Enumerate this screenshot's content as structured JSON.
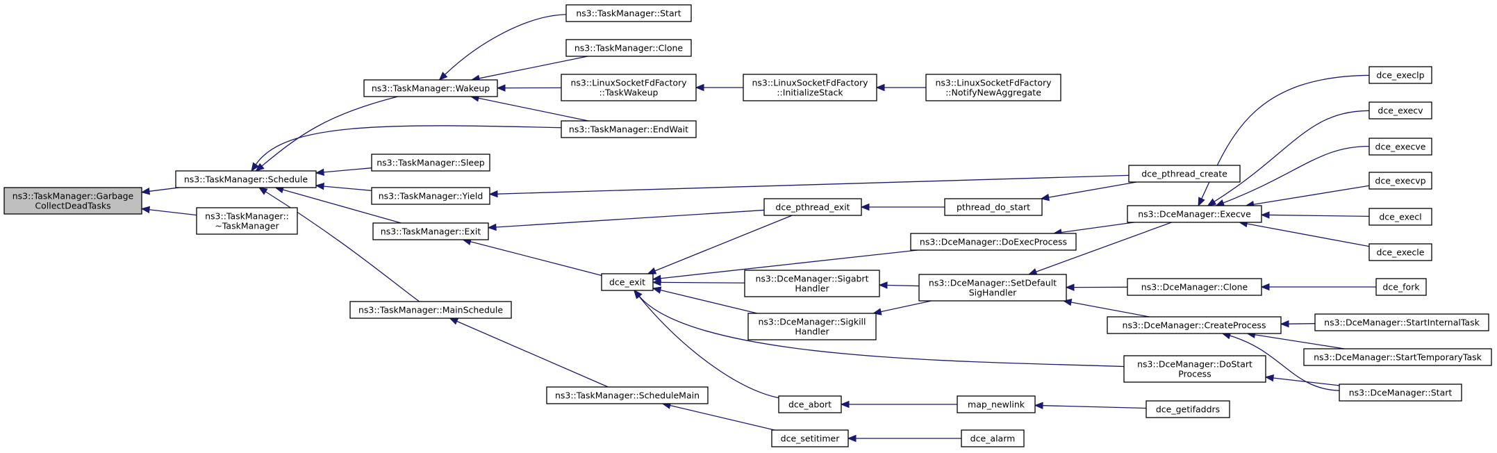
{
  "graph": {
    "title": "",
    "edge_color": "#191970",
    "root_fill": "#bfbfbf",
    "node_fill": "#ffffff",
    "nodes": [
      {
        "id": "root",
        "lines": [
          "ns3::TaskManager::Garbage",
          "CollectDeadTasks"
        ],
        "root": true
      },
      {
        "id": "schedule",
        "lines": [
          "ns3::TaskManager::Schedule"
        ]
      },
      {
        "id": "dtor",
        "lines": [
          "ns3::TaskManager::",
          "~TaskManager"
        ]
      },
      {
        "id": "wakeup",
        "lines": [
          "ns3::TaskManager::Wakeup"
        ]
      },
      {
        "id": "sleep",
        "lines": [
          "ns3::TaskManager::Sleep"
        ]
      },
      {
        "id": "yield",
        "lines": [
          "ns3::TaskManager::Yield"
        ]
      },
      {
        "id": "exit",
        "lines": [
          "ns3::TaskManager::Exit"
        ]
      },
      {
        "id": "mainschedule",
        "lines": [
          "ns3::TaskManager::MainSchedule"
        ]
      },
      {
        "id": "start_tm",
        "lines": [
          "ns3::TaskManager::Start"
        ]
      },
      {
        "id": "clone_tm",
        "lines": [
          "ns3::TaskManager::Clone"
        ]
      },
      {
        "id": "lsf_taskwakeup",
        "lines": [
          "ns3::LinuxSocketFdFactory",
          "::TaskWakeup"
        ]
      },
      {
        "id": "endwait",
        "lines": [
          "ns3::TaskManager::EndWait"
        ]
      },
      {
        "id": "lsf_initstack",
        "lines": [
          "ns3::LinuxSocketFdFactory",
          "::InitializeStack"
        ]
      },
      {
        "id": "lsf_notify",
        "lines": [
          "ns3::LinuxSocketFdFactory",
          "::NotifyNewAggregate"
        ]
      },
      {
        "id": "dce_exit",
        "lines": [
          "dce_exit"
        ]
      },
      {
        "id": "schedulemain",
        "lines": [
          "ns3::TaskManager::ScheduleMain"
        ]
      },
      {
        "id": "dce_pthread_exit",
        "lines": [
          "dce_pthread_exit"
        ]
      },
      {
        "id": "pthread_do_start",
        "lines": [
          "pthread_do_start"
        ]
      },
      {
        "id": "dce_pthread_create",
        "lines": [
          "dce_pthread_create"
        ]
      },
      {
        "id": "doexecprocess",
        "lines": [
          "ns3::DceManager::DoExecProcess"
        ]
      },
      {
        "id": "sigabrt",
        "lines": [
          "ns3::DceManager::Sigabrt",
          "Handler"
        ]
      },
      {
        "id": "sigkill",
        "lines": [
          "ns3::DceManager::Sigkill",
          "Handler"
        ]
      },
      {
        "id": "setdefaultsig",
        "lines": [
          "ns3::DceManager::SetDefault",
          "SigHandler"
        ]
      },
      {
        "id": "execve",
        "lines": [
          "ns3::DceManager::Execve"
        ]
      },
      {
        "id": "clone_dce",
        "lines": [
          "ns3::DceManager::Clone"
        ]
      },
      {
        "id": "createprocess",
        "lines": [
          "ns3::DceManager::CreateProcess"
        ]
      },
      {
        "id": "dostartprocess",
        "lines": [
          "ns3::DceManager::DoStart",
          "Process"
        ]
      },
      {
        "id": "dce_abort",
        "lines": [
          "dce_abort"
        ]
      },
      {
        "id": "map_newlink",
        "lines": [
          "map_newlink"
        ]
      },
      {
        "id": "dce_getifaddrs",
        "lines": [
          "dce_getifaddrs"
        ]
      },
      {
        "id": "dce_setitimer",
        "lines": [
          "dce_setitimer"
        ]
      },
      {
        "id": "dce_alarm",
        "lines": [
          "dce_alarm"
        ]
      },
      {
        "id": "dce_execlp",
        "lines": [
          "dce_execlp"
        ]
      },
      {
        "id": "dce_execv",
        "lines": [
          "dce_execv"
        ]
      },
      {
        "id": "dce_execve",
        "lines": [
          "dce_execve"
        ]
      },
      {
        "id": "dce_execvp",
        "lines": [
          "dce_execvp"
        ]
      },
      {
        "id": "dce_execl",
        "lines": [
          "dce_execl"
        ]
      },
      {
        "id": "dce_execle",
        "lines": [
          "dce_execle"
        ]
      },
      {
        "id": "dce_fork",
        "lines": [
          "dce_fork"
        ]
      },
      {
        "id": "startinternaltask",
        "lines": [
          "ns3::DceManager::StartInternalTask"
        ]
      },
      {
        "id": "starttemporarytask",
        "lines": [
          "ns3::DceManager::StartTemporaryTask"
        ]
      },
      {
        "id": "start_dce",
        "lines": [
          "ns3::DceManager::Start"
        ]
      }
    ],
    "edges": [
      {
        "from": "schedule",
        "to": "root"
      },
      {
        "from": "dtor",
        "to": "root"
      },
      {
        "from": "wakeup",
        "to": "schedule"
      },
      {
        "from": "endwait",
        "to": "schedule"
      },
      {
        "from": "sleep",
        "to": "schedule"
      },
      {
        "from": "yield",
        "to": "schedule"
      },
      {
        "from": "exit",
        "to": "schedule"
      },
      {
        "from": "mainschedule",
        "to": "schedule"
      },
      {
        "from": "start_tm",
        "to": "wakeup"
      },
      {
        "from": "clone_tm",
        "to": "wakeup"
      },
      {
        "from": "lsf_taskwakeup",
        "to": "wakeup"
      },
      {
        "from": "endwait",
        "to": "wakeup"
      },
      {
        "from": "lsf_initstack",
        "to": "lsf_taskwakeup"
      },
      {
        "from": "lsf_notify",
        "to": "lsf_initstack"
      },
      {
        "from": "dce_pthread_create",
        "to": "yield"
      },
      {
        "from": "dce_pthread_exit",
        "to": "exit"
      },
      {
        "from": "dce_exit",
        "to": "exit"
      },
      {
        "from": "schedulemain",
        "to": "mainschedule"
      },
      {
        "from": "dce_setitimer",
        "to": "schedulemain"
      },
      {
        "from": "dce_alarm",
        "to": "dce_setitimer"
      },
      {
        "from": "dce_pthread_exit",
        "to": "dce_exit"
      },
      {
        "from": "doexecprocess",
        "to": "dce_exit"
      },
      {
        "from": "sigabrt",
        "to": "dce_exit"
      },
      {
        "from": "sigkill",
        "to": "dce_exit"
      },
      {
        "from": "dostartprocess",
        "to": "dce_exit"
      },
      {
        "from": "dce_abort",
        "to": "dce_exit"
      },
      {
        "from": "pthread_do_start",
        "to": "dce_pthread_exit"
      },
      {
        "from": "dce_pthread_create",
        "to": "pthread_do_start"
      },
      {
        "from": "execve",
        "to": "doexecprocess"
      },
      {
        "from": "setdefaultsig",
        "to": "sigabrt"
      },
      {
        "from": "setdefaultsig",
        "to": "sigkill"
      },
      {
        "from": "execve",
        "to": "setdefaultsig"
      },
      {
        "from": "clone_dce",
        "to": "setdefaultsig"
      },
      {
        "from": "createprocess",
        "to": "setdefaultsig"
      },
      {
        "from": "dce_execlp",
        "to": "execve"
      },
      {
        "from": "dce_execv",
        "to": "execve"
      },
      {
        "from": "dce_execve",
        "to": "execve"
      },
      {
        "from": "dce_execvp",
        "to": "execve"
      },
      {
        "from": "dce_execl",
        "to": "execve"
      },
      {
        "from": "dce_execle",
        "to": "execve"
      },
      {
        "from": "dce_fork",
        "to": "clone_dce"
      },
      {
        "from": "startinternaltask",
        "to": "createprocess"
      },
      {
        "from": "starttemporarytask",
        "to": "createprocess"
      },
      {
        "from": "start_dce",
        "to": "createprocess"
      },
      {
        "from": "start_dce",
        "to": "dostartprocess"
      },
      {
        "from": "map_newlink",
        "to": "dce_abort"
      },
      {
        "from": "dce_getifaddrs",
        "to": "map_newlink"
      }
    ]
  }
}
